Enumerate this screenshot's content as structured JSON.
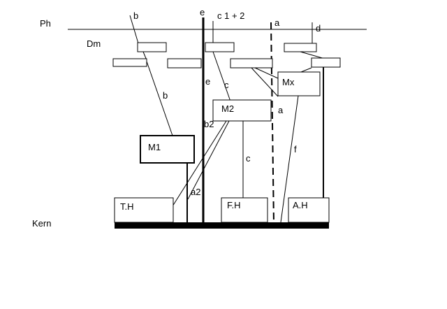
{
  "levels": {
    "ph": "Ph",
    "dm": "Dm",
    "kern": "Kern"
  },
  "line_labels": {
    "b_top": "b",
    "e_top": "e",
    "c12_top": "c 1 + 2",
    "a_top": "a",
    "d_top": "d",
    "b_mid": "b",
    "e_mid": "e",
    "c_mid": "c",
    "a_mid": "a",
    "b2": "b2",
    "c_low": "c",
    "f": "f",
    "a2": "a2"
  },
  "boxes": {
    "m1": "M1",
    "m2": "M2",
    "mx": "Mx",
    "th": "T.H",
    "fh": "F.H",
    "ah": "A.H"
  }
}
